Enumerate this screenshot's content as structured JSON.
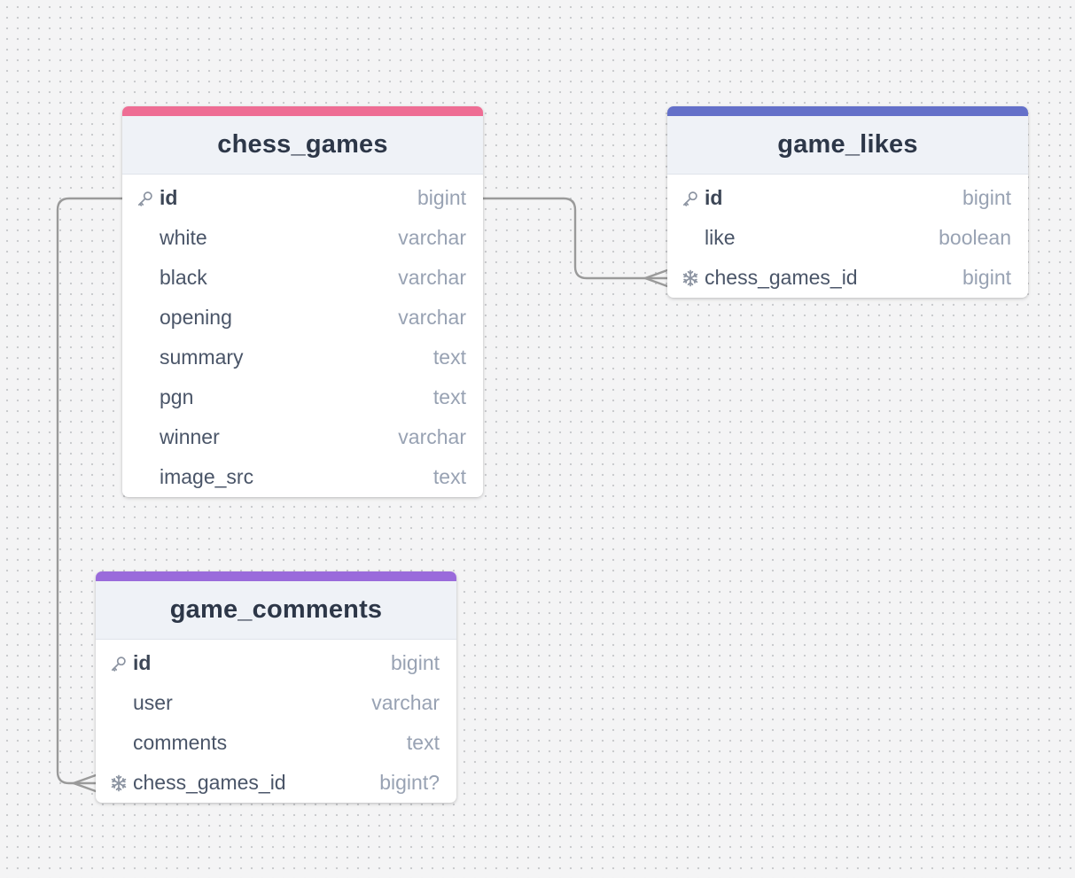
{
  "tables": {
    "chess_games": {
      "name": "chess_games",
      "accent_color": "#ee6d94",
      "columns": [
        {
          "name": "id",
          "type": "bigint",
          "icon": "key-icon",
          "pk": true
        },
        {
          "name": "white",
          "type": "varchar"
        },
        {
          "name": "black",
          "type": "varchar"
        },
        {
          "name": "opening",
          "type": "varchar"
        },
        {
          "name": "summary",
          "type": "text"
        },
        {
          "name": "pgn",
          "type": "text"
        },
        {
          "name": "winner",
          "type": "varchar"
        },
        {
          "name": "image_src",
          "type": "text"
        }
      ]
    },
    "game_likes": {
      "name": "game_likes",
      "accent_color": "#6470c9",
      "columns": [
        {
          "name": "id",
          "type": "bigint",
          "icon": "key-icon",
          "pk": true
        },
        {
          "name": "like",
          "type": "boolean"
        },
        {
          "name": "chess_games_id",
          "type": "bigint",
          "icon": "snowflake-icon"
        }
      ]
    },
    "game_comments": {
      "name": "game_comments",
      "accent_color": "#9a6bdb",
      "columns": [
        {
          "name": "id",
          "type": "bigint",
          "icon": "key-icon",
          "pk": true
        },
        {
          "name": "user",
          "type": "varchar"
        },
        {
          "name": "comments",
          "type": "text"
        },
        {
          "name": "chess_games_id",
          "type": "bigint?",
          "icon": "snowflake-icon"
        }
      ]
    }
  },
  "relationships": [
    {
      "from_table": "chess_games",
      "from_column": "id",
      "to_table": "game_likes",
      "to_column": "chess_games_id",
      "cardinality": "one-to-many"
    },
    {
      "from_table": "chess_games",
      "from_column": "id",
      "to_table": "game_comments",
      "to_column": "chess_games_id",
      "cardinality": "one-to-many"
    }
  ],
  "colors": {
    "edge": "#9a9a9a",
    "canvas_background": "#f4f4f5",
    "header_background": "#eff2f7"
  }
}
